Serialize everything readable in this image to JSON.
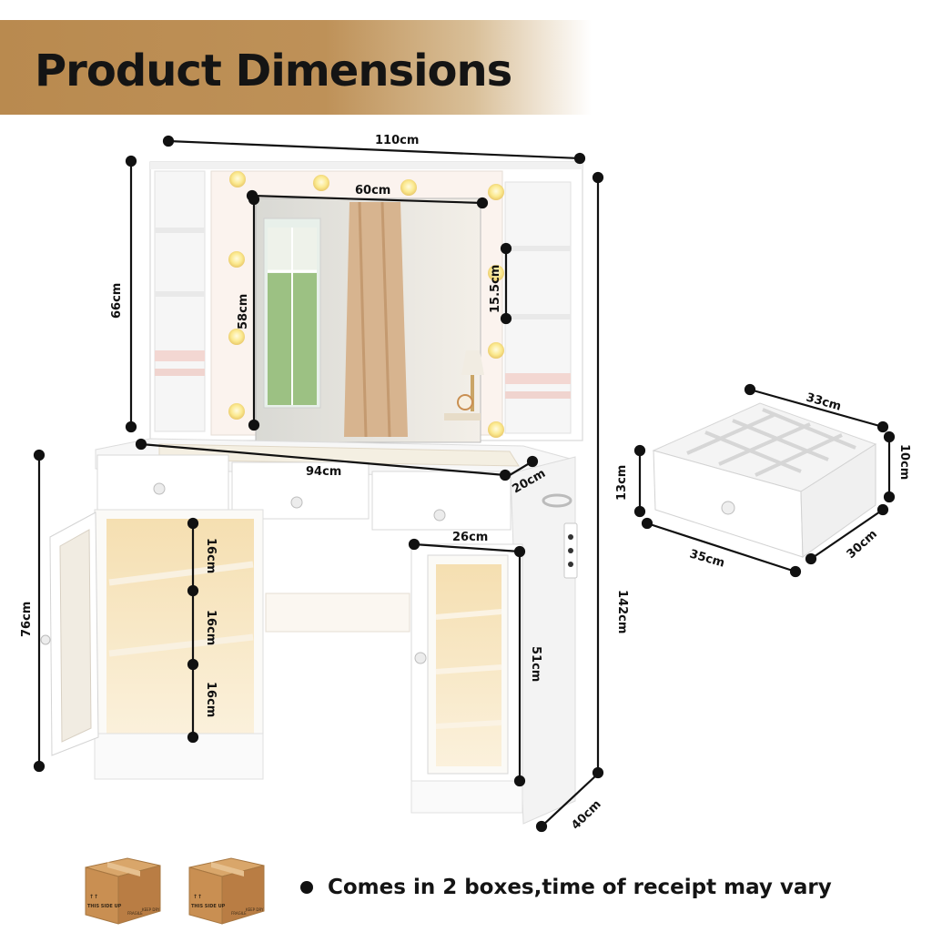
{
  "header": {
    "title": "Product Dimensions"
  },
  "dimensions": {
    "total_width": "110cm",
    "mirror_width": "60cm",
    "hutch_height": "66cm",
    "mirror_height": "58cm",
    "side_shelf_spacing": "15.5cm",
    "desk_width": "94cm",
    "hutch_depth": "20cm",
    "total_height": "142cm",
    "left_cabinet_height": "76cm",
    "shelf_spacing_1": "16cm",
    "shelf_spacing_2": "16cm",
    "shelf_spacing_3": "16cm",
    "right_cabinet_width": "26cm",
    "right_cabinet_height": "51cm",
    "desk_depth": "40cm"
  },
  "drawer": {
    "width": "33cm",
    "inner_height": "10cm",
    "height": "13cm",
    "front_width": "35cm",
    "depth": "30cm"
  },
  "boxes": {
    "label_top": "THIS SIDE UP",
    "label_fragile": "FRAGILE",
    "label_dry": "KEEP DRY"
  },
  "note": "Comes in 2 boxes,time of receipt may vary",
  "colors": {
    "banner": "#be9158",
    "furniture": "#ffffff",
    "glow": "#f6e3b8",
    "line": "#111111"
  }
}
